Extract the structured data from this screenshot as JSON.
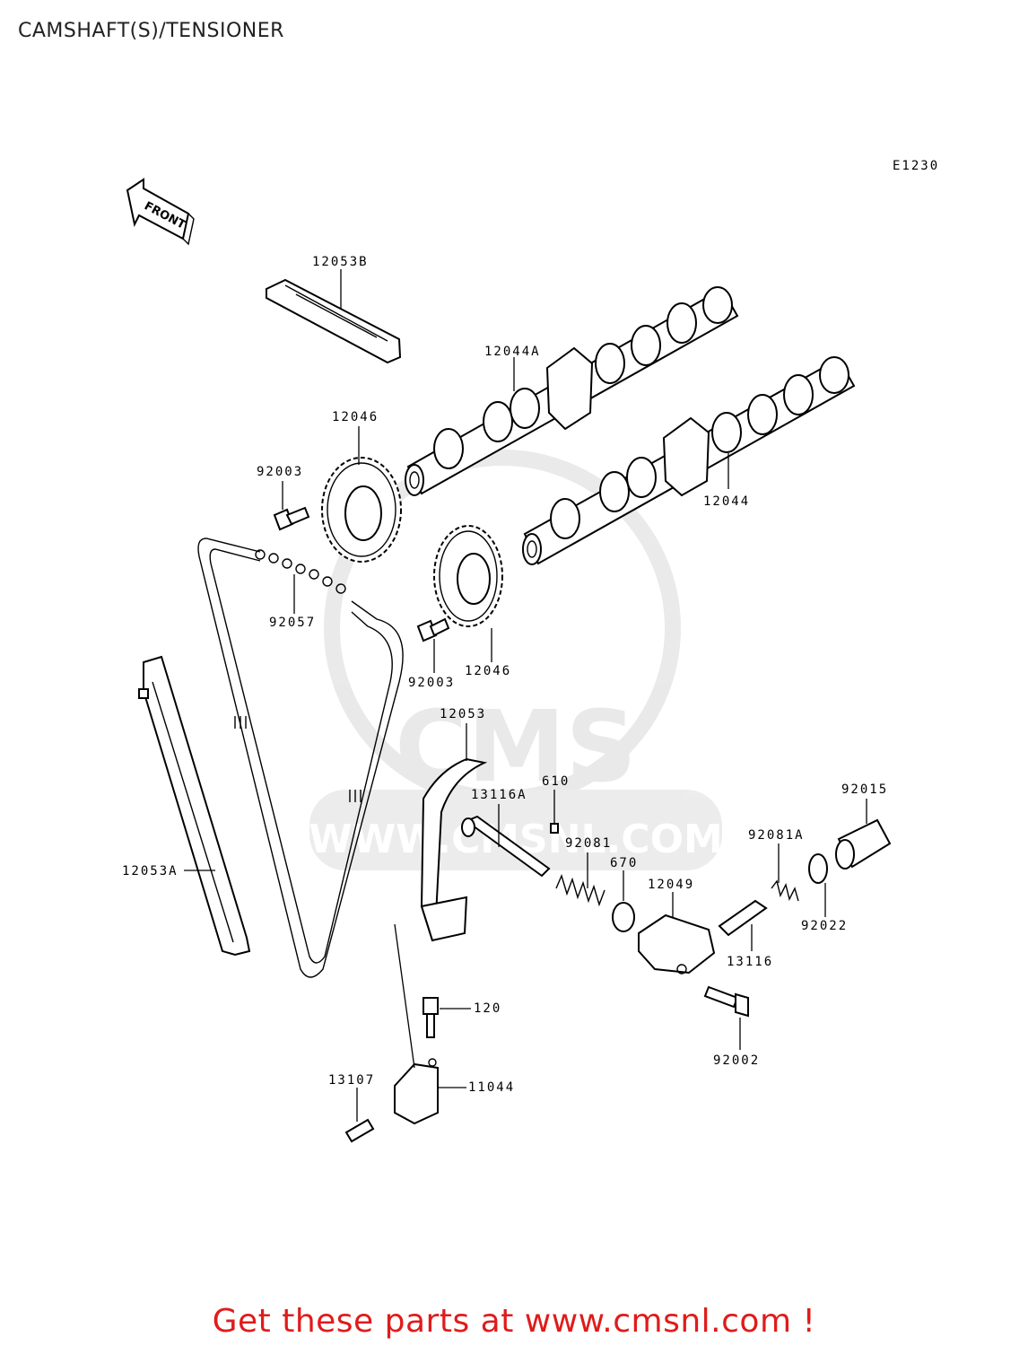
{
  "page": {
    "title": "CAMSHAFT(S)/TENSIONER",
    "footer_link": "Get these parts at www.cmsnl.com !"
  },
  "diagram": {
    "code": "E1230",
    "front_marker": "FRONT",
    "watermark": {
      "text": "CMS",
      "url": "WWW.CMSNL.COM"
    },
    "parts": {
      "p12053B": "12053B",
      "p12044A": "12044A",
      "p12046_upper": "12046",
      "p92003_upper": "92003",
      "p12044": "12044",
      "p92057": "92057",
      "p92003_lower": "92003",
      "p12046_lower": "12046",
      "p12053": "12053",
      "p610": "610",
      "p13116A": "13116A",
      "p92081": "92081",
      "p670": "670",
      "p12049": "12049",
      "p92015": "92015",
      "p92081A": "92081A",
      "p92022": "92022",
      "p13116": "13116",
      "p12053A": "12053A",
      "p120": "120",
      "p92002": "92002",
      "p13107": "13107",
      "p11044": "11044"
    }
  }
}
